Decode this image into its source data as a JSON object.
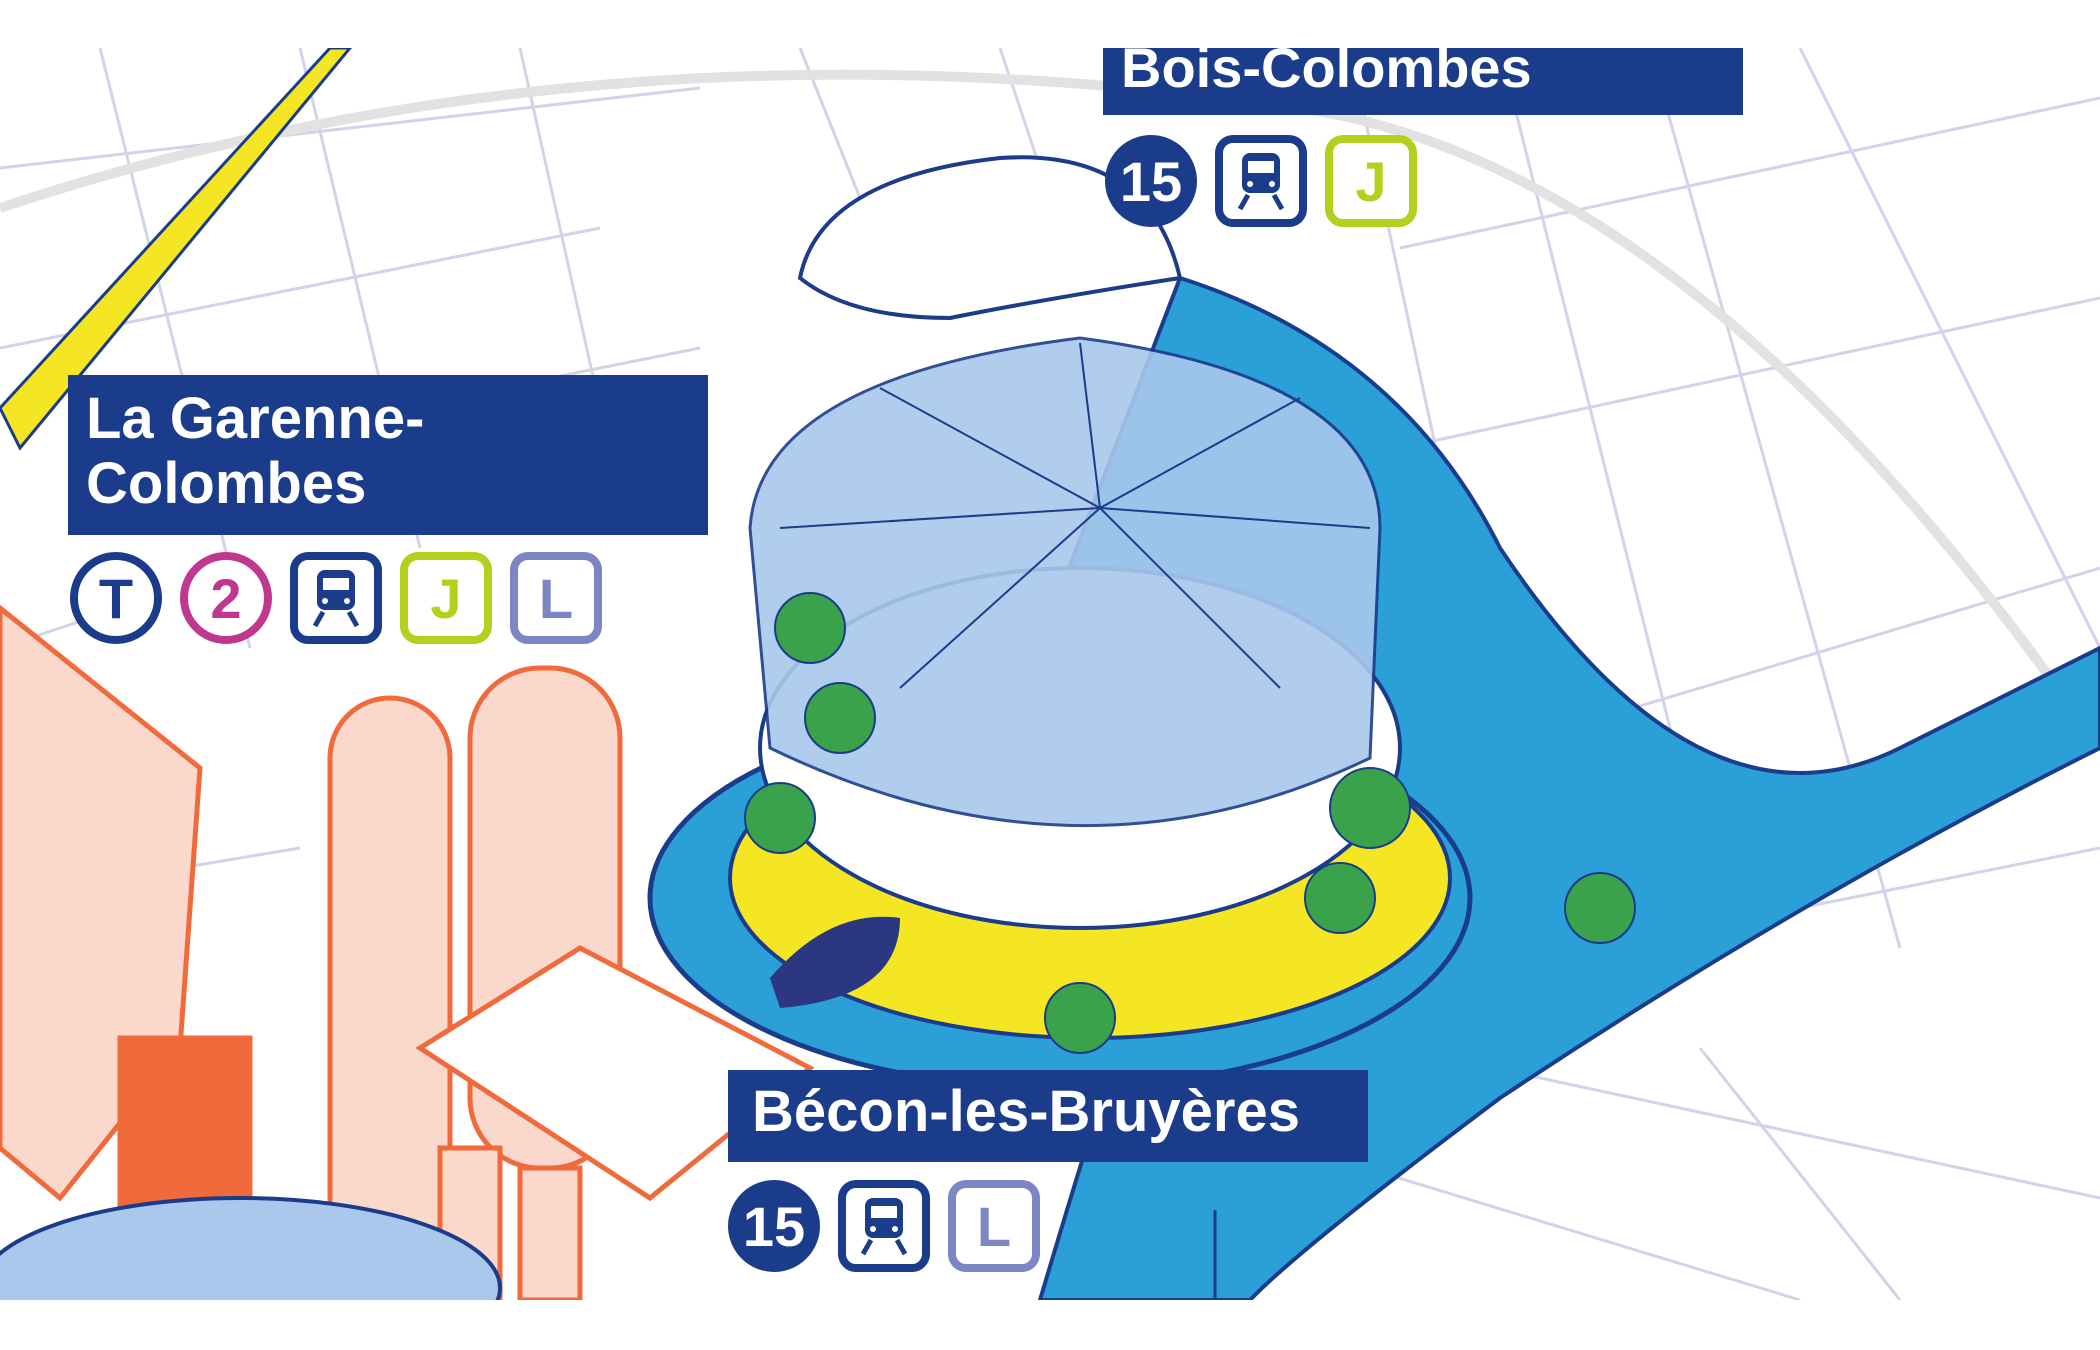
{
  "stations": [
    {
      "name_line1": "La Garenne-",
      "name_line2": "Colombes",
      "lines": [
        "T",
        "2",
        "train",
        "J",
        "L"
      ]
    },
    {
      "name": "Bois-Colombes",
      "lines": [
        "15",
        "train",
        "J"
      ]
    },
    {
      "name": "Bécon-les-Bruyères",
      "lines": [
        "15",
        "train",
        "L"
      ]
    }
  ],
  "colors": {
    "label_bg": "#1b3c8b",
    "river": "#2a9fd8",
    "ring": "#f5e623",
    "buildings": "#f06a3c",
    "streets": "#cfcfe8",
    "line_2": "#c0378f",
    "line_J": "#b6cf1e",
    "line_L": "#7d86c4"
  }
}
